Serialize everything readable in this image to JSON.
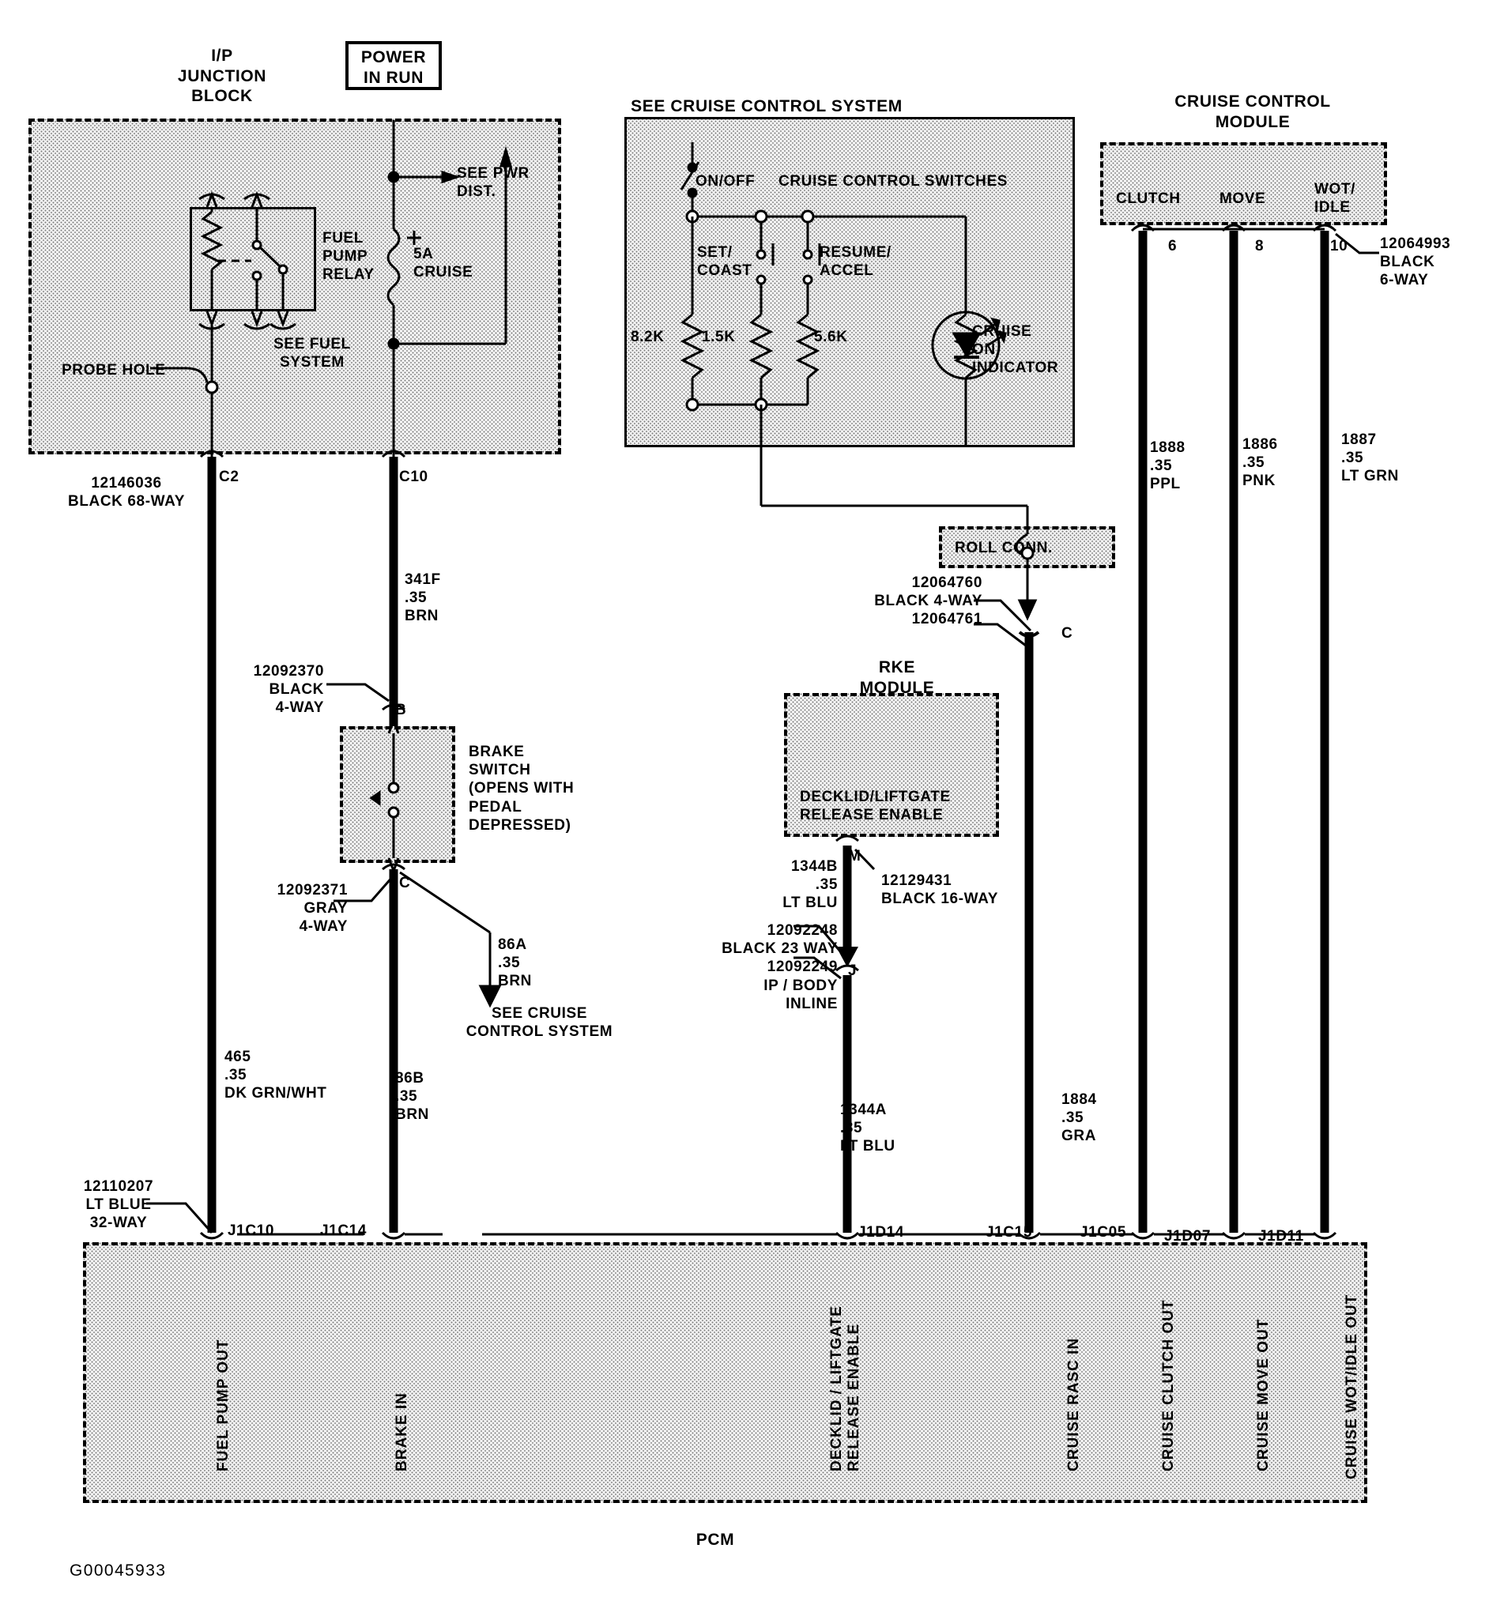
{
  "diagram": {
    "figure_id": "G00045933",
    "bottom_caption": "PCM"
  },
  "ip_junction_block": {
    "title": "I/P\nJUNCTION\nBLOCK",
    "power_box": "POWER\nIN RUN",
    "see_pwr_dist": "SEE PWR\nDIST.",
    "fuel_pump_relay": "FUEL\nPUMP\nRELAY",
    "see_fuel_system": "SEE FUEL\nSYSTEM",
    "probe_hole": "PROBE HOLE",
    "fuse": "5A\nCRUISE",
    "connector": "12146036\nBLACK 68-WAY",
    "pin_c2": "C2",
    "pin_c10": "C10"
  },
  "cruise_switches": {
    "title": "SEE CRUISE CONTROL SYSTEM",
    "switches_label": "CRUISE CONTROL SWITCHES",
    "on_off": "ON/OFF",
    "set_coast": "SET/\nCOAST",
    "resume_accel": "RESUME/\nACCEL",
    "r1": "8.2K",
    "r2": "1.5K",
    "r3": "5.6K",
    "indicator": "CRUISE\nON\nINDICATOR"
  },
  "cruise_module": {
    "title": "CRUISE CONTROL\nMODULE",
    "terminals": [
      "CLUTCH",
      "MOVE",
      "WOT/\nIDLE"
    ],
    "pins": [
      "6",
      "8",
      "10"
    ],
    "connector": "12064993\nBLACK\n6-WAY"
  },
  "roll_conn": {
    "label": "ROLL CONN.",
    "connector": "12064760\nBLACK 4-WAY\n12064761",
    "pin": "C"
  },
  "rke_module": {
    "title": "RKE\nMODULE",
    "function": "DECKLID/LIFTGATE\nRELEASE ENABLE",
    "pin_m": "M",
    "pin_j": "J",
    "connector_16way": "12129431\nBLACK 16-WAY",
    "connector_inline": "12092248\nBLACK 23 WAY\n12092249\nIP / BODY\nINLINE"
  },
  "brake_switch": {
    "title": "BRAKE\nSWITCH\n(OPENS WITH\nPEDAL\nDEPRESSED)",
    "connector_top": "12092370\nBLACK\n4-WAY",
    "connector_bottom": "12092371\nGRAY\n4-WAY",
    "pin_b": "B",
    "pin_c": "C",
    "see_cruise": "SEE CRUISE\nCONTROL SYSTEM"
  },
  "wires": [
    {
      "id": "w341f",
      "label": "341F\n.35\nBRN"
    },
    {
      "id": "w465",
      "label": "465\n.35\nDK GRN/WHT"
    },
    {
      "id": "w86b",
      "label": "86B\n.35\nBRN"
    },
    {
      "id": "w86a",
      "label": "86A\n.35\nBRN"
    },
    {
      "id": "w1344b",
      "label": "1344B\n.35\nLT BLU"
    },
    {
      "id": "w1344a",
      "label": "1344A\n.35\nLT BLU"
    },
    {
      "id": "w1884",
      "label": "1884\n.35\nGRA"
    },
    {
      "id": "w1888",
      "label": "1888\n.35\nPPL"
    },
    {
      "id": "w1886",
      "label": "1886\n.35\nPNK"
    },
    {
      "id": "w1887",
      "label": "1887\n.35\nLT GRN"
    }
  ],
  "pcm": {
    "connector": "12110207\nLT BLUE\n32-WAY",
    "pin_labels": [
      "J1C10",
      "J1C14",
      "J1D14",
      "J1C15",
      "J1C05",
      "J1D07",
      "J1D11"
    ],
    "functions": [
      "FUEL PUMP OUT",
      "BRAKE IN",
      "DECKLID / LIFTGATE\nRELEASE ENABLE",
      "CRUISE RASC IN",
      "CRUISE CLUTCH OUT",
      "CRUISE MOVE OUT",
      "CRUISE WOT/IDLE OUT"
    ]
  }
}
